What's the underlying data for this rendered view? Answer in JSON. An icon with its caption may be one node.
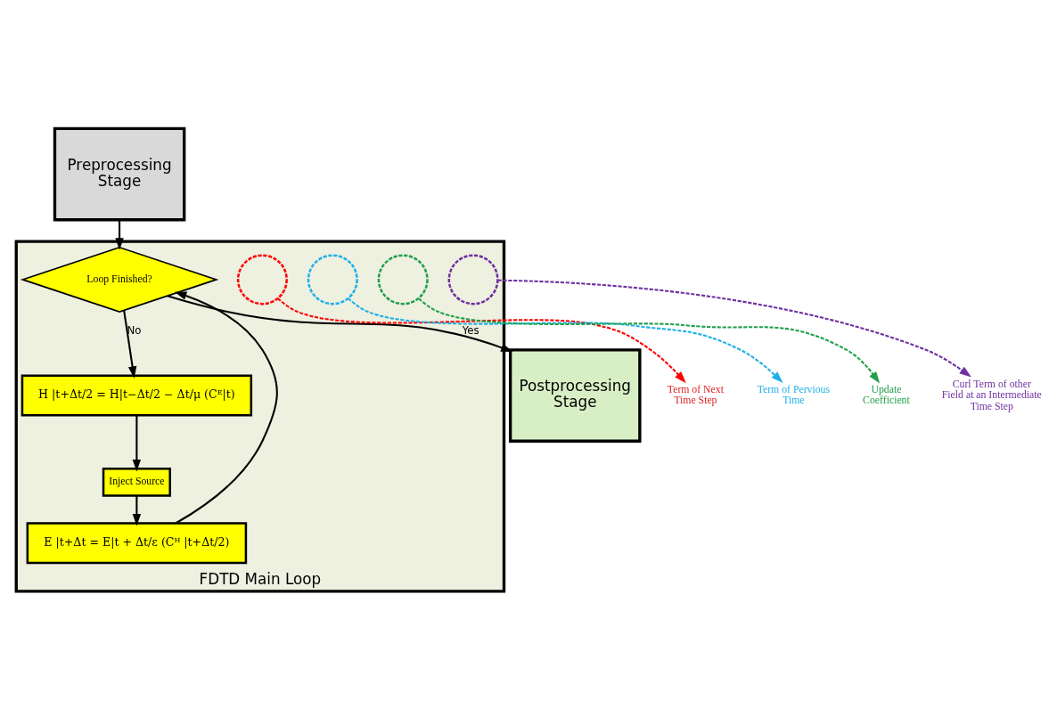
{
  "diagram": {
    "nodes": [
      {
        "text": [
          "FDTD Main Loop"
        ]
      },
      {
        "text": [
          "Preprocessing Stage"
        ]
      },
      {
        "text": [
          "Postprocessing Stage"
        ]
      },
      {
        "text": [
          "Loop Finished?"
        ],
        "in": 0
      },
      {
        "text": [
          "H |t+Δt/2 = H|t−Δt/2 − Δt/μ (Cᴱ|t)"
        ],
        "in": 0
      },
      {
        "text": [
          "Inject Source"
        ],
        "in": 0
      },
      {
        "text": [
          "E |t+Δt = E|t + Δt/ε (Cᴴ |t+Δt/2)"
        ],
        "in": 0
      },
      {
        "text": [],
        "shape": "ellipse",
        "in": 0
      },
      {
        "text": [],
        "shape": "ellipse",
        "in": 0
      },
      {
        "text": [],
        "shape": "ellipse",
        "in": 0
      },
      {
        "text": [],
        "shape": "ellipse",
        "in": 0
      },
      {
        "text": [
          "Term of Next Time Step"
        ]
      },
      {
        "text": [
          "Term of Pervious Time"
        ]
      },
      {
        "text": [
          "Update Coefficient"
        ]
      },
      {
        "text": [
          "Curl Term of other Field at an Intermediate Time Step"
        ]
      }
    ],
    "edges": [
      {
        "from": 1,
        "to": 3,
        "arrow": "to"
      },
      {
        "from": 3,
        "to": 2,
        "arrow": "to",
        "label": "Yes"
      },
      {
        "from": 3,
        "to": 4,
        "arrow": "to",
        "label": "No"
      },
      {
        "from": 4,
        "to": 5,
        "arrow": "to"
      },
      {
        "from": 5,
        "to": 6,
        "arrow": "to"
      },
      {
        "from": 6,
        "to": 3,
        "arrow": "to"
      },
      {
        "from": 7,
        "to": 11,
        "arrow": "to",
        "style": "dashed",
        "color": "#ff0000"
      },
      {
        "from": 8,
        "to": 12,
        "arrow": "to",
        "style": "dashed",
        "color": "#1fb0e8"
      },
      {
        "from": 9,
        "to": 13,
        "arrow": "to",
        "style": "dashed",
        "color": "#1fa04a"
      },
      {
        "from": 10,
        "to": 14,
        "arrow": "to",
        "style": "dashed",
        "color": "#7030a0"
      }
    ]
  }
}
